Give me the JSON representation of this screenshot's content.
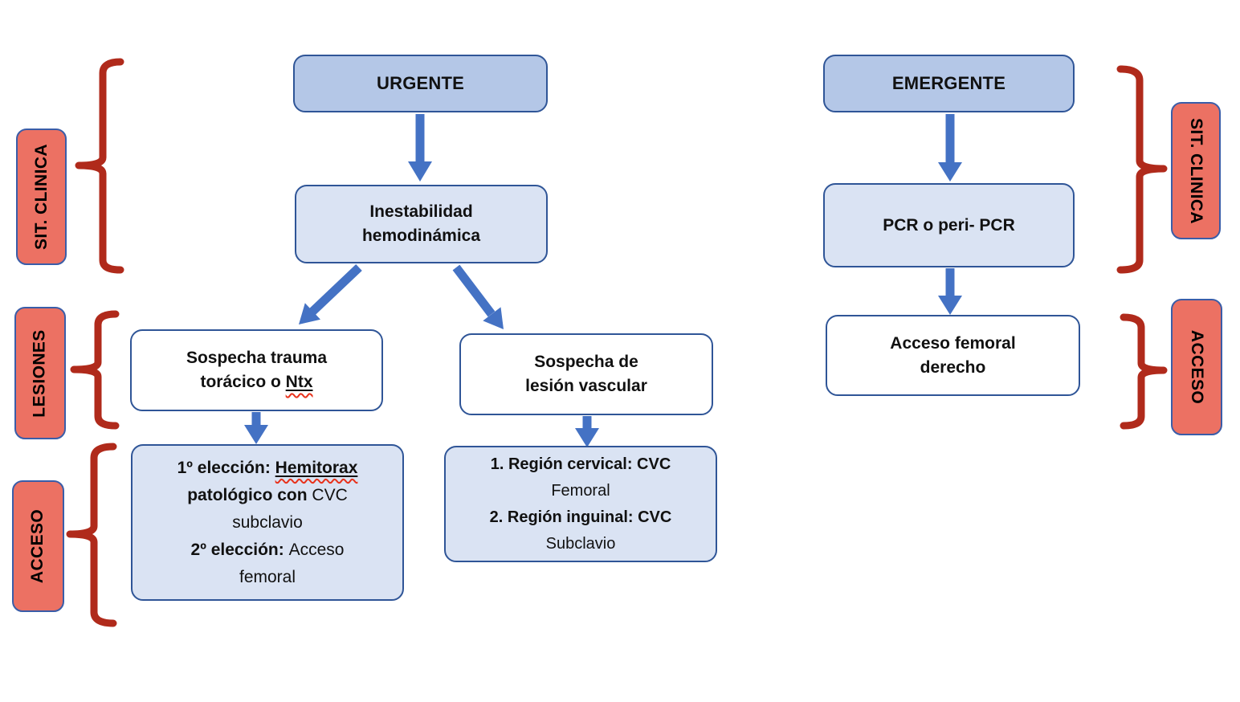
{
  "colors": {
    "box_fill_dark_blue": "#b4c7e7",
    "box_fill_light_blue": "#dae3f3",
    "box_fill_white": "#ffffff",
    "box_border_blue": "#2f5597",
    "arrow_blue": "#4472c4",
    "category_fill_red": "#ec7163",
    "category_border_blue": "#3a5da8",
    "brace_red": "#b02a1b",
    "squiggle_red": "#e8321c"
  },
  "categories": {
    "left": [
      {
        "label": "SIT. CLINICA"
      },
      {
        "label": "LESIONES"
      },
      {
        "label": "ACCESO"
      }
    ],
    "right": [
      {
        "label": "SIT. CLINICA"
      },
      {
        "label": "ACCESO"
      }
    ]
  },
  "urgent_flow": {
    "urgente": "URGENTE",
    "inestabilidad": {
      "line1": "Inestabilidad",
      "line2": "hemodinámica"
    },
    "trauma": {
      "line1": "Sospecha trauma",
      "line2_prefix": "torácico o ",
      "line2_misspelled": "Ntx"
    },
    "vascular": {
      "line1": "Sospecha de",
      "line2": "lesión vascular"
    },
    "eleccion": {
      "l1_bold": "1º elección: ",
      "l1_misspelled": "Hemitorax",
      "l2_bold": "patológico con ",
      "l2_regular": "CVC",
      "l3": "subclavio",
      "l4_bold": "2º elección: ",
      "l4_regular": "Acceso",
      "l5": "femoral"
    },
    "regiones": {
      "l1_bold": "1. Región cervical: CVC",
      "l2": "Femoral",
      "l3_bold": "2. Región inguinal: CVC",
      "l4": "Subclavio"
    }
  },
  "emergent_flow": {
    "emergente": "EMERGENTE",
    "pcr": "PCR o peri- PCR",
    "acceso": {
      "line1": "Acceso femoral",
      "line2": "derecho"
    }
  }
}
